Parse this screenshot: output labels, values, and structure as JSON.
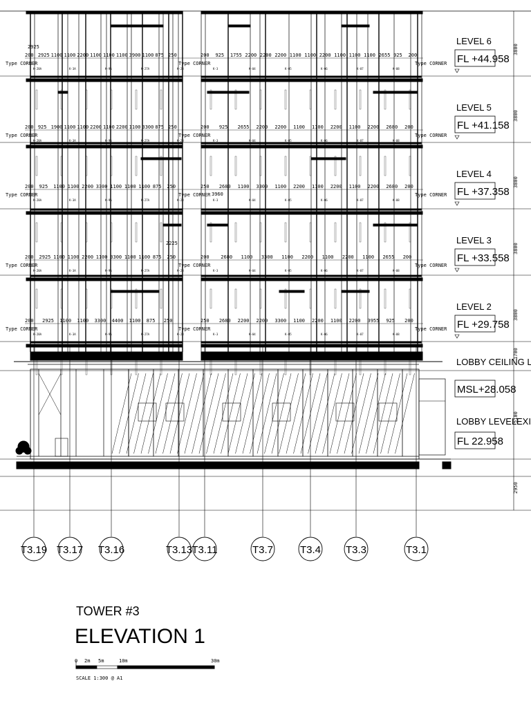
{
  "drawing": {
    "tower": "TOWER #3",
    "title": "ELEVATION 1",
    "scale_text": "SCALE 1:300 @ A1",
    "scale_ticks": [
      "0",
      "2m",
      "5m",
      "10m",
      "30m"
    ]
  },
  "levels": [
    {
      "name": "LEVEL 6",
      "fl": "FL +44.958",
      "height": "3800"
    },
    {
      "name": "LEVEL 5",
      "fl": "FL +41.158",
      "height": "3800"
    },
    {
      "name": "LEVEL 4",
      "fl": "FL +37.358",
      "height": "3800"
    },
    {
      "name": "LEVEL 3",
      "fl": "FL +33.558",
      "height": "3800"
    },
    {
      "name": "LEVEL 2",
      "fl": "FL +29.758",
      "height": "3800"
    }
  ],
  "lobby": {
    "ceiling_label": "LOBBY CEILING LEVEL",
    "ceiling_value": "MSL+28.058",
    "ceiling_height": "1700",
    "level_label": "LOBBY LEVEL",
    "level_value": "FL 22.958",
    "level_height": "5100",
    "basement_height": "2950",
    "existing_label": "EXISTI"
  },
  "gridlines": [
    "T3.19",
    "T3.17",
    "T3.16",
    "T3.13",
    "T3.11",
    "T3.7",
    "T3.4",
    "T3.3",
    "T3.1"
  ],
  "dimension_rows": [
    {
      "left": [
        "200",
        "2925",
        "1100",
        "1100",
        "2200",
        "1100",
        "1100",
        "1100",
        "3900",
        "1100",
        "875",
        "250"
      ],
      "right": [
        "200",
        "925",
        "1755",
        "2200",
        "2200",
        "2200",
        "1100",
        "1100",
        "2200",
        "1100",
        "1100",
        "1100",
        "2655",
        "925",
        "200"
      ]
    },
    {
      "left": [
        "200",
        "925",
        "1900",
        "1100",
        "1100",
        "2200",
        "1100",
        "2200",
        "1100",
        "3300",
        "875",
        "250"
      ],
      "right": [
        "200",
        "925",
        "2655",
        "2200",
        "2200",
        "1100",
        "1100",
        "2200",
        "1100",
        "2200",
        "2680",
        "200"
      ]
    },
    {
      "left": [
        "200",
        "925",
        "1100",
        "1100",
        "2200",
        "3300",
        "1100",
        "1100",
        "1100",
        "875",
        "250"
      ],
      "right": [
        "250",
        "2680",
        "1100",
        "3300",
        "1100",
        "2200",
        "1100",
        "2200",
        "1100",
        "2200",
        "2680",
        "200"
      ]
    },
    {
      "left": [
        "200",
        "2925",
        "1100",
        "1100",
        "2200",
        "1100",
        "3300",
        "1100",
        "1100",
        "875",
        "250"
      ],
      "right": [
        "200",
        "2680",
        "1100",
        "3300",
        "1100",
        "2200",
        "1100",
        "2200",
        "1100",
        "2655",
        "200"
      ]
    },
    {
      "left": [
        "200",
        "2925",
        "1100",
        "1100",
        "3300",
        "4400",
        "1100",
        "875",
        "250"
      ],
      "right": [
        "250",
        "2680",
        "2200",
        "2200",
        "3300",
        "1100",
        "2200",
        "1100",
        "2200",
        "3955",
        "925",
        "200"
      ]
    }
  ],
  "extra_dims": [
    "2925",
    "3960",
    "2225"
  ],
  "type_labels": {
    "corner": "Type CORNER"
  },
  "panel_tags": [
    "K-28A",
    "K-3A",
    "K-9A",
    "K-27A",
    "K-28",
    "K-3",
    "K-04",
    "K-05",
    "K-06",
    "K-07",
    "K-08"
  ]
}
